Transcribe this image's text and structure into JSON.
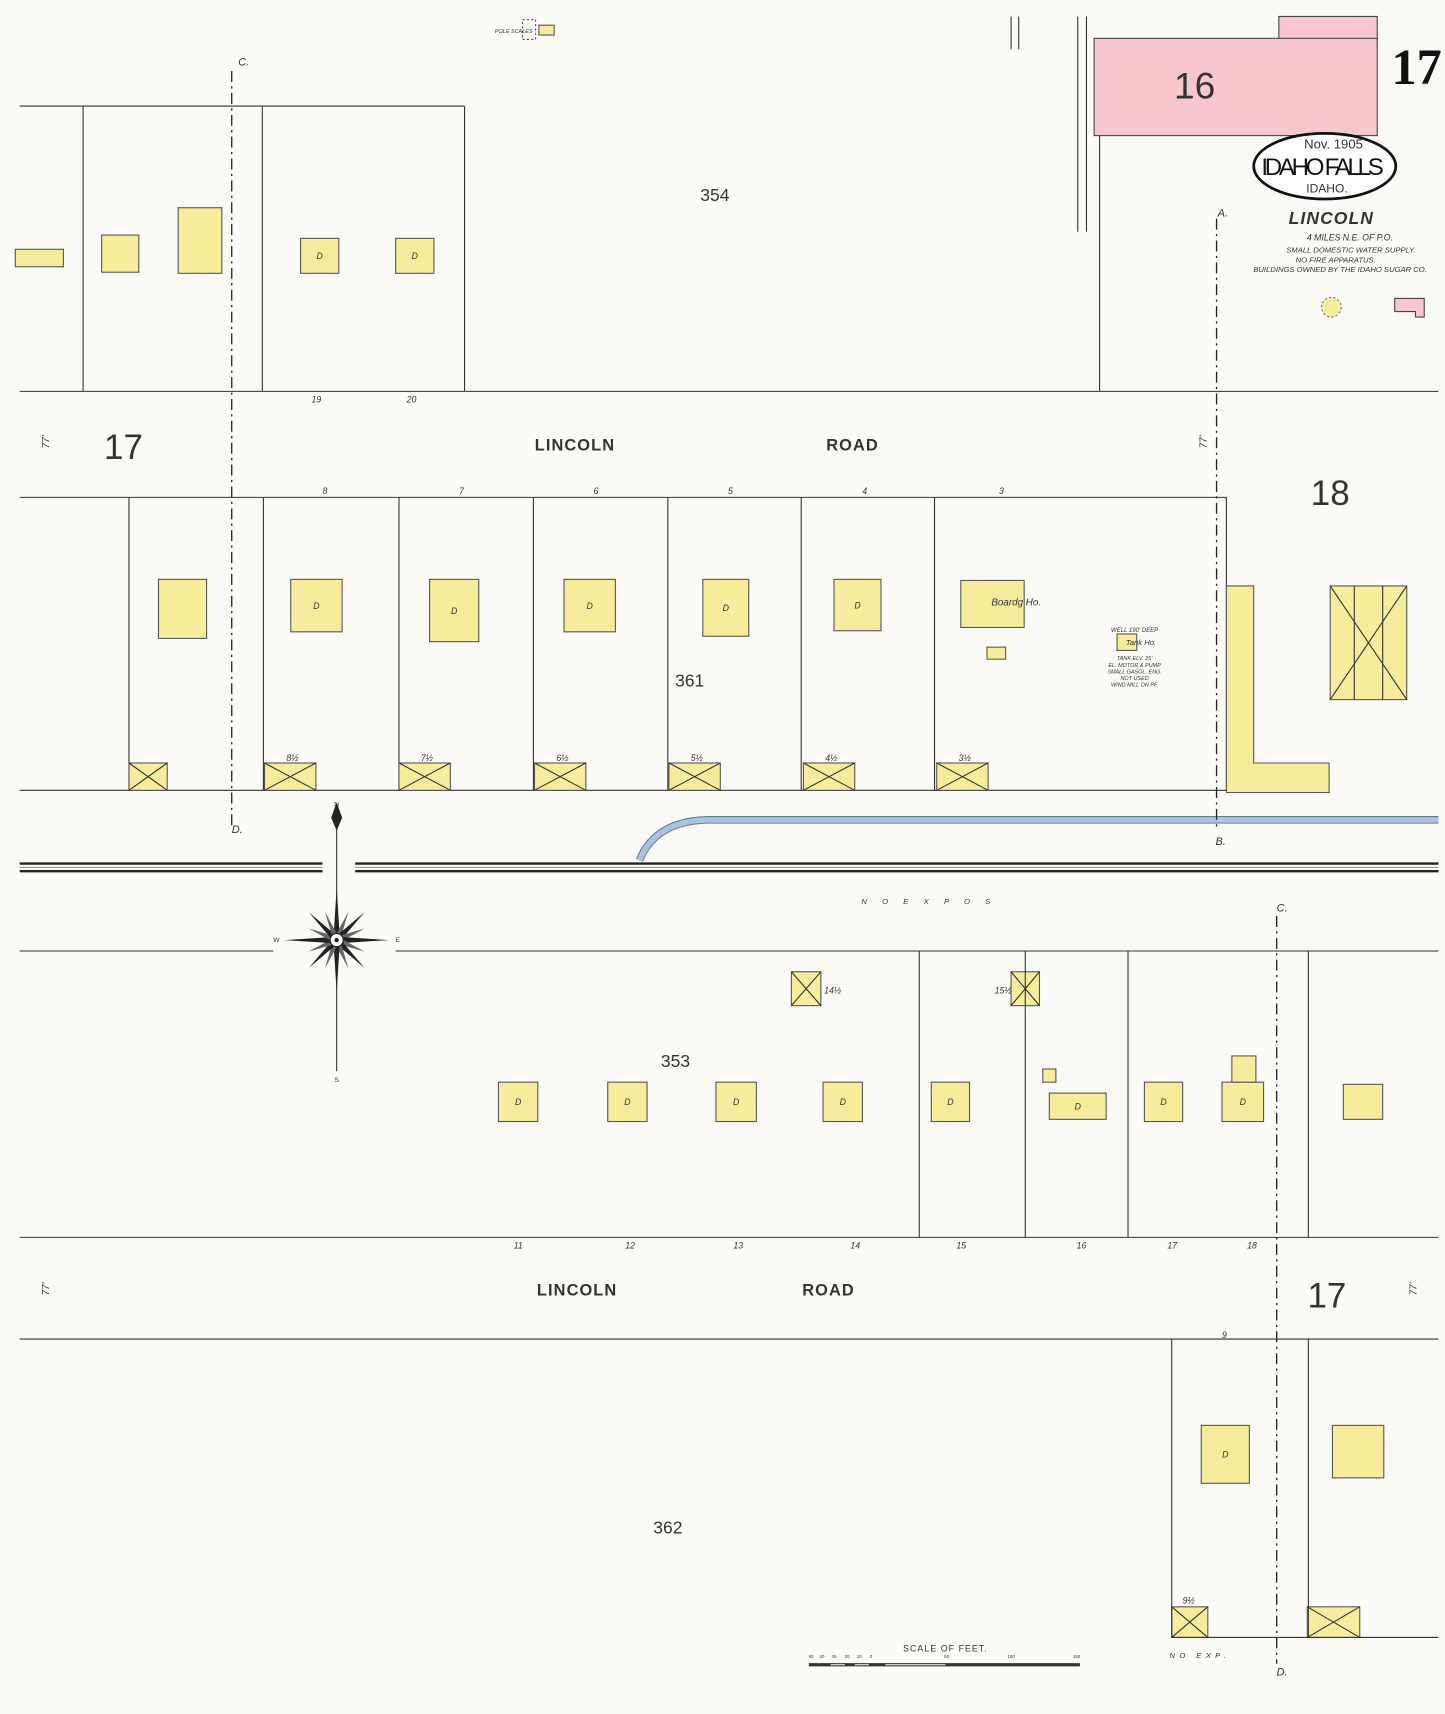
{
  "sheet_number": "17",
  "title": {
    "date": "Nov. 1905",
    "city": "IDAHO FALLS",
    "state": "IDAHO."
  },
  "notes": {
    "place": "LINCOLN",
    "lines": [
      "4 MILES N.E. OF P.O.",
      "SMALL DOMESTIC WATER SUPPLY.",
      "NO FIRE APPARATUS.",
      "BUILDINGS OWNED BY THE IDAHO SUGAR CO."
    ]
  },
  "adjacent_sheets": {
    "top": "16",
    "left": "17",
    "right": "18",
    "bottom_right": "17"
  },
  "blocks": {
    "north": "354",
    "middle": "361",
    "south_middle": "353",
    "south": "362"
  },
  "streets": {
    "upper": [
      "LINCOLN",
      "ROAD"
    ],
    "lower": [
      "LINCOLN",
      "ROAD"
    ],
    "width": "77'"
  },
  "section_marks": {
    "a": "A.",
    "b": "B.",
    "c1": "C.",
    "d1": "D.",
    "c2": "C.",
    "d2": "D."
  },
  "lots_upper": [
    "19",
    "20"
  ],
  "lots_middle": [
    "8",
    "7",
    "6",
    "5",
    "4",
    "3"
  ],
  "lots_south": [
    "11",
    "12",
    "13",
    "14",
    "15",
    "16",
    "17",
    "18"
  ],
  "lot_bottom": "9",
  "building_labels": {
    "dwelling": "D",
    "boarding": "Boardg Ho.",
    "tank": "Tank Ho."
  },
  "tank_notes": [
    "WELL 190' DEEP",
    "TANK ELV. 25'",
    "EL. MOTOR & PUMP",
    "SMALL GASOL. ENG.",
    "NOT USED",
    "WIND MILL ON PF."
  ],
  "no_exposure": [
    "N O   E X P O S",
    "NO   EXP."
  ],
  "compass": {
    "n": "N",
    "s": "S",
    "e": "E",
    "w": "W"
  },
  "scale": {
    "title": "SCALE OF FEET.",
    "ticks": [
      "50",
      "40",
      "30",
      "20",
      "10",
      "0",
      "50",
      "100",
      "150"
    ]
  },
  "sheds": [
    "8½",
    "7½",
    "6½",
    "5½",
    "4½",
    "3½",
    "14½",
    "15½",
    "15½",
    "9½"
  ],
  "misc": {
    "pole": "POLE SCALES"
  },
  "colors": {
    "frame": "#f6ec9c",
    "brick": "#f7c6cf",
    "creek": "#a9c3e0"
  }
}
